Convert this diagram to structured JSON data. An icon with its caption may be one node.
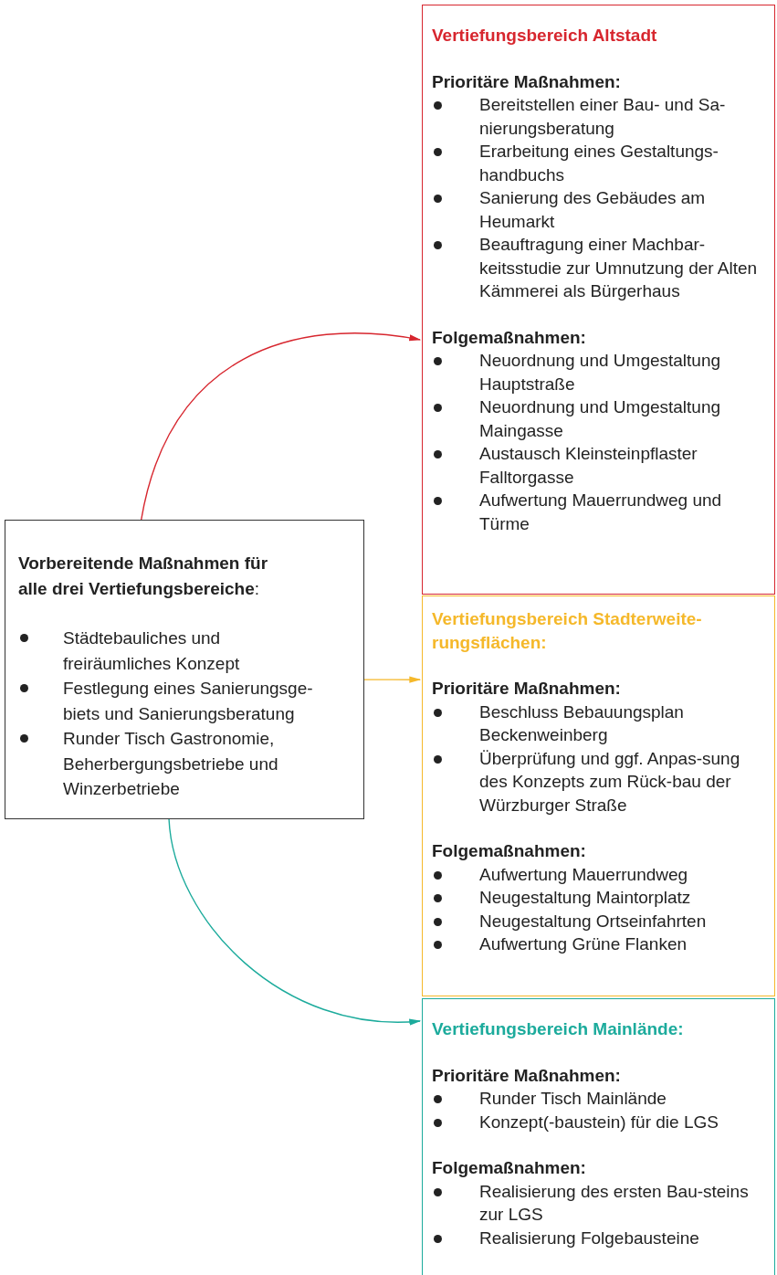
{
  "diagram": {
    "nodes": [
      {
        "text": [
          "**Vorbereitende Maßnahmen für alle drei Vertiefungsbereiche**:",
          "Städtebauliches und freiräumliches Konzept",
          "Festlegung eines Sanierungsge-biets und Sanierungsberatung",
          "Runder Tisch Gastronomie, Beherbergungsbetriebe und Winzerbetriebe"
        ]
      },
      {
        "text": [
          "Vertiefungsbereich Altstadt",
          "Prioritäre Maßnahmen:",
          "Bereitstellen einer Bau- und Sa-nierungsberatung",
          "Erarbeitung eines Gestaltungs-handbuchs",
          "Sanierung des Gebäudes am Heumarkt",
          "Beauftragung einer Machbar-keitsstudie zur Umnutzung der Alten Kämmerei als Bürgerhaus",
          "Folgemaßnahmen:",
          "Neuordnung und Umgestaltung Hauptstraße",
          "Neuordnung und Umgestaltung Maingasse",
          "Austausch Kleinsteinpflaster Falltorgasse",
          "Aufwertung Mauerrundweg und Türme"
        ]
      },
      {
        "text": [
          "Vertiefungsbereich Stadterweite-rungsflächen:",
          "Prioritäre Maßnahmen:",
          "Beschluss Bebauungsplan Beckenweinberg",
          "Überprüfung und ggf. Anpas-sung des Konzepts zum Rück-bau der Würzburger Straße",
          "Folgemaßnahmen:",
          "Aufwertung Mauerrundweg",
          "Neugestaltung Maintorplatz",
          "Neugestaltung Ortseinfahrten",
          "Aufwertung Grüne Flanken"
        ]
      },
      {
        "text": [
          "Vertiefungsbereich Mainlände:",
          "Prioritäre Maßnahmen:",
          "Runder Tisch Mainlände",
          "Konzept(-baustein) für die LGS",
          "Folgemaßnahmen:",
          "Realisierung des ersten Bau-steins zur LGS",
          "Realisierung Folgebausteine"
        ]
      }
    ],
    "edges": [
      {
        "from": 0,
        "to": 1,
        "arrow": "to",
        "color": "#d7262e"
      },
      {
        "from": 0,
        "to": 2,
        "arrow": "to",
        "color": "#f5b82a"
      },
      {
        "from": 0,
        "to": 3,
        "arrow": "to",
        "color": "#1cab9c"
      }
    ]
  }
}
